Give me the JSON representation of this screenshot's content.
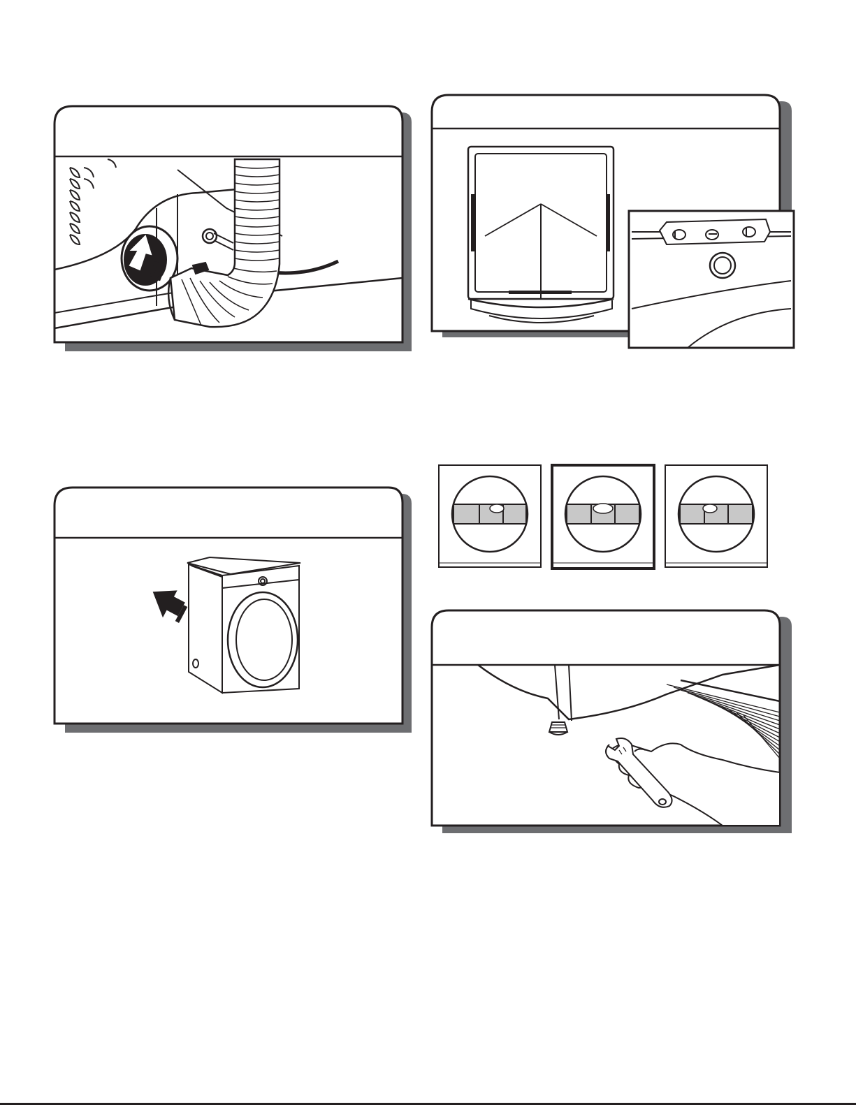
{
  "document": {
    "type": "appliance installation illustrations",
    "colors": {
      "ink": "#231f20",
      "paper": "#ffffff",
      "shade": "#c8c8c8",
      "shadow": "#6d6e71"
    },
    "panels": [
      {
        "id": "connect-vent",
        "icons": [
          "vent-outlet-icon",
          "push-arrow-icon",
          "exhaust-vent-icon",
          "power-cord-icon"
        ]
      },
      {
        "id": "check-level",
        "icons": [
          "dryer-top-icon",
          "level-tool-icon",
          "control-knob-icon"
        ]
      },
      {
        "id": "slide-into-place",
        "icons": [
          "dryer-icon",
          "push-arrow-icon"
        ]
      },
      {
        "id": "level-indicators",
        "indicators": [
          {
            "state": "not-level"
          },
          {
            "state": "level",
            "highlighted": true
          },
          {
            "state": "not-level"
          }
        ]
      },
      {
        "id": "adjust-feet",
        "icons": [
          "leveling-foot-icon",
          "wrench-icon",
          "hand-icon"
        ]
      }
    ]
  }
}
